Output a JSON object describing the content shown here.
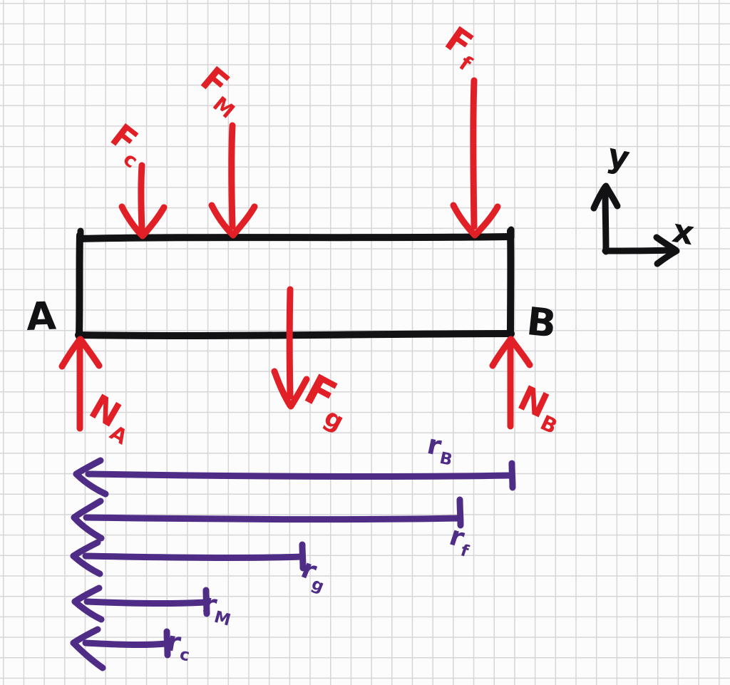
{
  "figure": {
    "type": "hand-drawn free-body diagram",
    "colors": {
      "force_red": "#e01f26",
      "distance_purple": "#4f2d87",
      "ink_black": "#121215",
      "grid_line": "#d6d6d9",
      "paper": "#fcfcfc"
    },
    "labels": {
      "point_A": {
        "text": "A"
      },
      "point_B": {
        "text": "B"
      },
      "axis_x": {
        "text": "x"
      },
      "axis_y": {
        "text": "y"
      },
      "force_Fc": {
        "main": "F",
        "sub": "c"
      },
      "force_FM": {
        "main": "F",
        "sub": "M"
      },
      "force_Ff": {
        "main": "F",
        "sub": "f"
      },
      "force_Fg": {
        "main": "F",
        "sub": "g"
      },
      "force_NA": {
        "main": "N",
        "sub": "A"
      },
      "force_NB": {
        "main": "N",
        "sub": "B"
      },
      "dist_rB": {
        "main": "r",
        "sub": "B"
      },
      "dist_rf": {
        "main": "r",
        "sub": "f"
      },
      "dist_rg": {
        "main": "r",
        "sub": "g"
      },
      "dist_rM": {
        "main": "r",
        "sub": "M"
      },
      "dist_rc": {
        "main": "r",
        "sub": "c"
      }
    },
    "elements": {
      "downward_forces": [
        "Fc",
        "FM",
        "Ff",
        "Fg"
      ],
      "upward_forces": [
        "NA",
        "NB"
      ],
      "distance_arrows": [
        "rB",
        "rf",
        "rg",
        "rM",
        "rc"
      ]
    }
  }
}
